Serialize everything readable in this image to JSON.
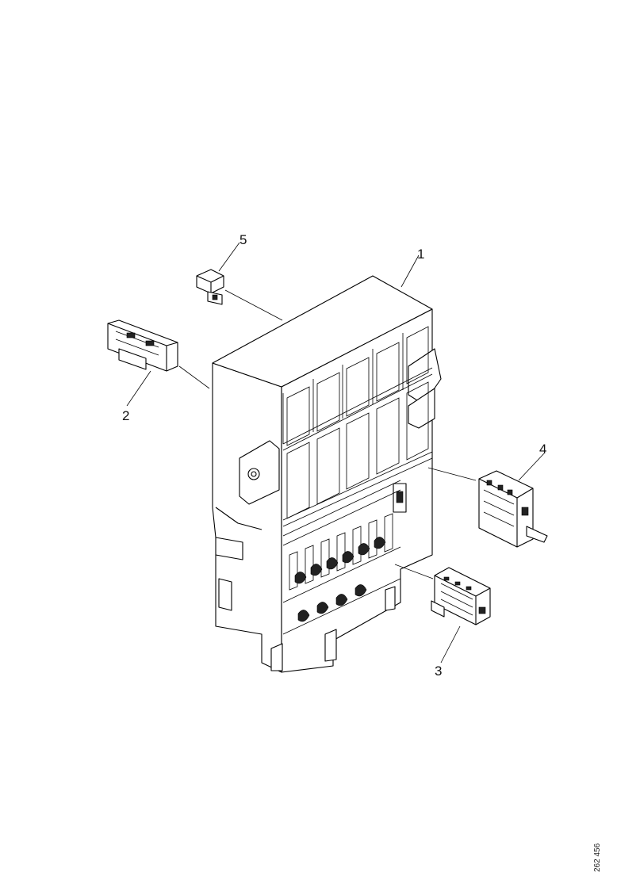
{
  "callouts": {
    "c1": "1",
    "c2": "2",
    "c3": "3",
    "c4": "4",
    "c5": "5"
  },
  "reference_code": "262 456"
}
